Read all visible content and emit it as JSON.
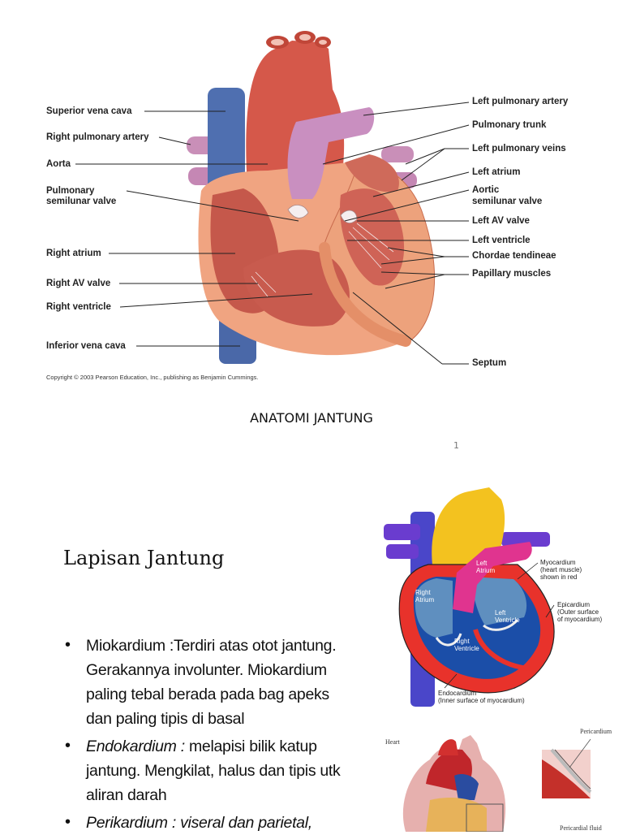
{
  "slide1": {
    "labels_left": {
      "superior_vena_cava": "Superior vena cava",
      "right_pulmonary_artery": "Right pulmonary artery",
      "aorta": "Aorta",
      "pulmonary_semilunar_1": "Pulmonary",
      "pulmonary_semilunar_2": "semilunar valve",
      "right_atrium": "Right atrium",
      "right_av_valve": "Right AV valve",
      "right_ventricle": "Right ventricle",
      "inferior_vena_cava": "Inferior vena cava"
    },
    "labels_right": {
      "left_pulmonary_artery": "Left pulmonary artery",
      "pulmonary_trunk": "Pulmonary trunk",
      "left_pulmonary_veins": "Left pulmonary veins",
      "left_atrium": "Left atrium",
      "aortic_semilunar_1": "Aortic",
      "aortic_semilunar_2": "semilunar valve",
      "left_av_valve": "Left AV valve",
      "left_ventricle": "Left ventricle",
      "chordae_tendineae": "Chordae tendineae",
      "papillary_muscles": "Papillary muscles",
      "septum": "Septum"
    },
    "copyright": "Copyright © 2003 Pearson Education, Inc., publishing as Benjamin Cummings.",
    "caption": "ANATOMI JANTUNG",
    "page_number": "1"
  },
  "slide2": {
    "title": "Lapisan Jantung",
    "bullets": [
      {
        "lines": [
          "Miokardium :Terdiri atas otot jantung.",
          "Gerakannya involunter. Miokardium",
          "paling tebal berada pada bag apeks",
          "dan paling tipis di basal"
        ]
      },
      {
        "italic": "Endokardium : ",
        "line1_rest": "melapisi bilik katup",
        "lines": [
          "jantung. Mengkilat, halus dan tipis utk",
          "aliran darah"
        ]
      },
      {
        "italic": "Perikardium : viseral dan parietal,"
      }
    ],
    "diagram_top": {
      "left_atrium": "Left\nAtrium",
      "right_atrium": "Right\nAtrium",
      "left_ventricle": "Left\nVentricle",
      "right_ventricle": "Right\nVentricle",
      "myocardium": "Myocardium\n(heart muscle)\nshown in red",
      "epicardium": "Epicardium\n(Outer surface\nof myocardium)",
      "endocardium": "Endocardium\n(Inner surface of myocardium)"
    },
    "diagram_bottom": {
      "heart": "Heart",
      "pericardium": "Pericardium",
      "pericardial_fluid": "Pericardial fluid"
    }
  }
}
